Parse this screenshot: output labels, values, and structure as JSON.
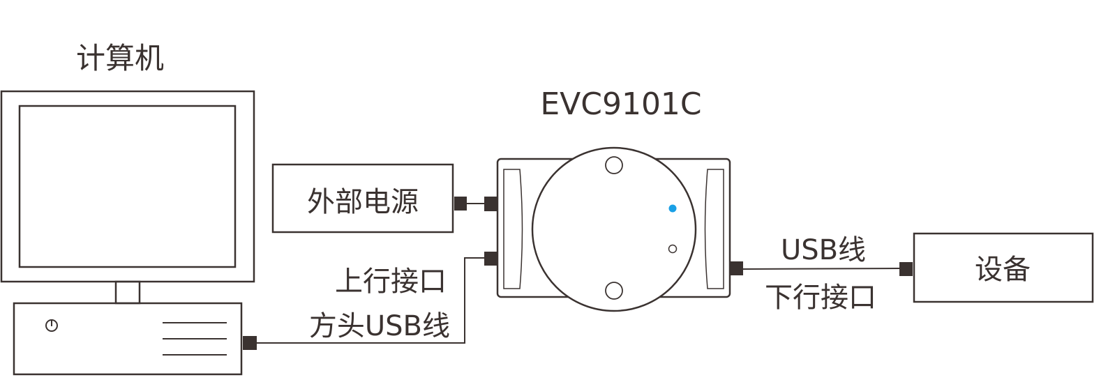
{
  "computer": {
    "label": "计算机"
  },
  "device": {
    "label": "EVC9101C",
    "led_color": "#1aa0e6"
  },
  "power": {
    "label": "外部电源"
  },
  "upstream": {
    "label_port": "上行接口",
    "label_cable": "方头USB线"
  },
  "downstream": {
    "label_cable": "USB线",
    "label_port": "下行接口"
  },
  "target": {
    "label": "设备"
  }
}
